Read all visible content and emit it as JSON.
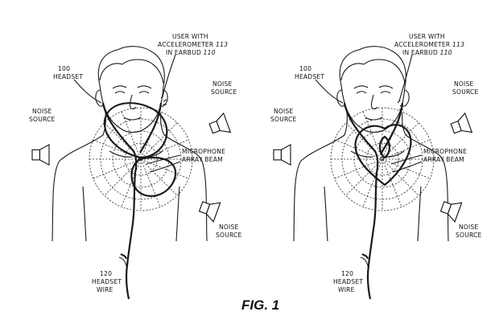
{
  "figure": {
    "caption": "FIG. 1",
    "panels": [
      {
        "id": "left",
        "labels": {
          "user_line1": "USER WITH",
          "user_line2_a": "ACCELEROMETER ",
          "user_line2_b": "113",
          "user_line3_a": "IN EARBUD ",
          "user_line3_b": "110",
          "headset_num": "100",
          "headset": "HEADSET",
          "noise_left_1": "NOISE",
          "noise_left_2": "SOURCE",
          "noise_tr_1": "NOISE",
          "noise_tr_2": "SOURCE",
          "mic_1": "MICROPHONE",
          "mic_2": "ARRAY BEAM",
          "noise_br_1": "NOISE",
          "noise_br_2": "SOURCE",
          "wire_num": "120",
          "wire_1": "HEADSET",
          "wire_2": "WIRE"
        }
      },
      {
        "id": "right",
        "labels": {
          "user_line1": "USER WITH",
          "user_line2_a": "ACCELEROMETER ",
          "user_line2_b": "113",
          "user_line3_a": "IN EARBUD ",
          "user_line3_b": "110",
          "headset_num": "100",
          "headset": "HEADSET",
          "noise_left_1": "NOISE",
          "noise_left_2": "SOURCE",
          "noise_tr_1": "NOISE",
          "noise_tr_2": "SOURCE",
          "mic_1": "MICROPHONE",
          "mic_2": "ARRAY BEAM",
          "noise_br_1": "NOISE",
          "noise_br_2": "SOURCE",
          "wire_num": "120",
          "wire_1": "HEADSET",
          "wire_2": "WIRE"
        }
      }
    ]
  }
}
